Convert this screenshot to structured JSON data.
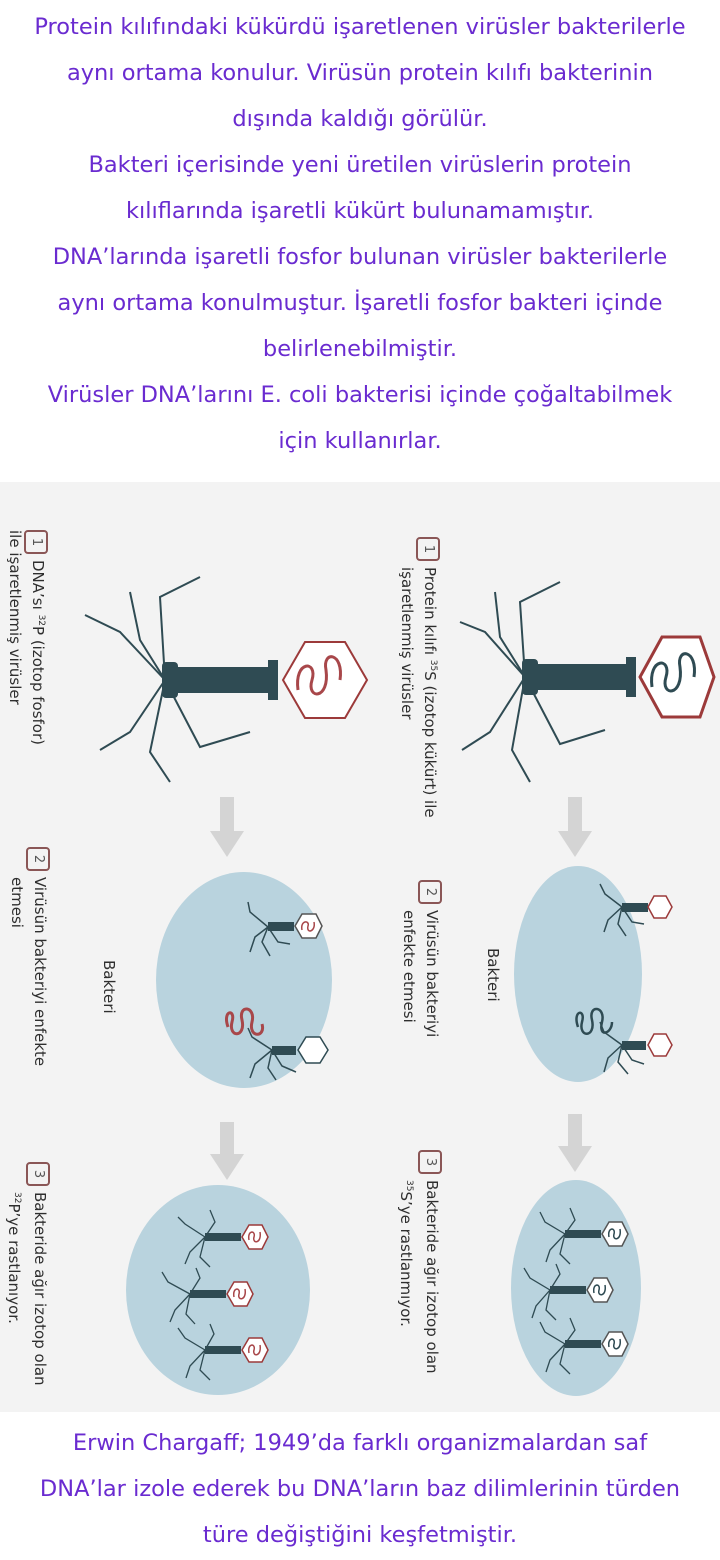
{
  "top_paragraphs": [
    "Protein kılıfındaki kükürdü işaretlenen virüsler bakterilerle",
    "aynı ortama konulur. Virüsün protein kılıfı bakterinin",
    "dışında kaldığı görülür.",
    "Bakteri içerisinde yeni üretilen virüslerin protein",
    "kılıflarında işaretli kükürt bulunamamıştır.",
    "DNA’larında işaretli fosfor bulunan virüsler bakterilerle",
    "aynı ortama konulmuştur. İşaretli fosfor bakteri içinde",
    "belirlenebilmiştir.",
    "Virüsler DNA’larını E. coli bakterisi içinde çoğaltabilmek",
    "için kullanırlar."
  ],
  "diagram": {
    "left": {
      "step1_num": "1",
      "step1_line1a": "DNA’sı ",
      "step1_sup": "32",
      "step1_line1b": "P (izotop fosfor)",
      "step1_line2": "ile işaretlenmiş virüsler",
      "step2_num": "2",
      "step2_line1": "Virüsün bakteriyi enfekte",
      "step2_line2": "etmesi",
      "bacteria_label": "Bakteri",
      "step3_num": "3",
      "step3_line1": "Bakteride ağır izotop olan",
      "step3_sup": "32",
      "step3_line2b": "P’ye rastlanıyor."
    },
    "right": {
      "step1_num": "1",
      "step1_line1a": "Protein kılıfı ",
      "step1_sup": "35",
      "step1_line1b": "S (izotop kükürt) ile",
      "step1_line2": "işaretlenmiş virüsler",
      "step2_num": "2",
      "step2_line1": "Virüsün bakteriyi",
      "step2_line2": "enfekte etmesi",
      "bacteria_label": "Bakteri",
      "step3_num": "3",
      "step3_line1": "Bakteride ağır izotop olan",
      "step3_sup": "35",
      "step3_line2b": "S’ye rastlanmıyor."
    },
    "colors": {
      "virus_body": "#2f4b53",
      "capsid_red": "#9c3a3a",
      "dna_red": "#a8474a",
      "bacteria": "#b9d3de",
      "arrow": "#d4d4d4"
    }
  },
  "bottom_paragraphs": [
    "Erwin Chargaff; 1949’da farklı organizmalardan saf",
    "DNA’lar izole ederek bu DNA’ların baz dilimlerinin türden",
    "türe değiştiğini keşfetmiştir."
  ]
}
